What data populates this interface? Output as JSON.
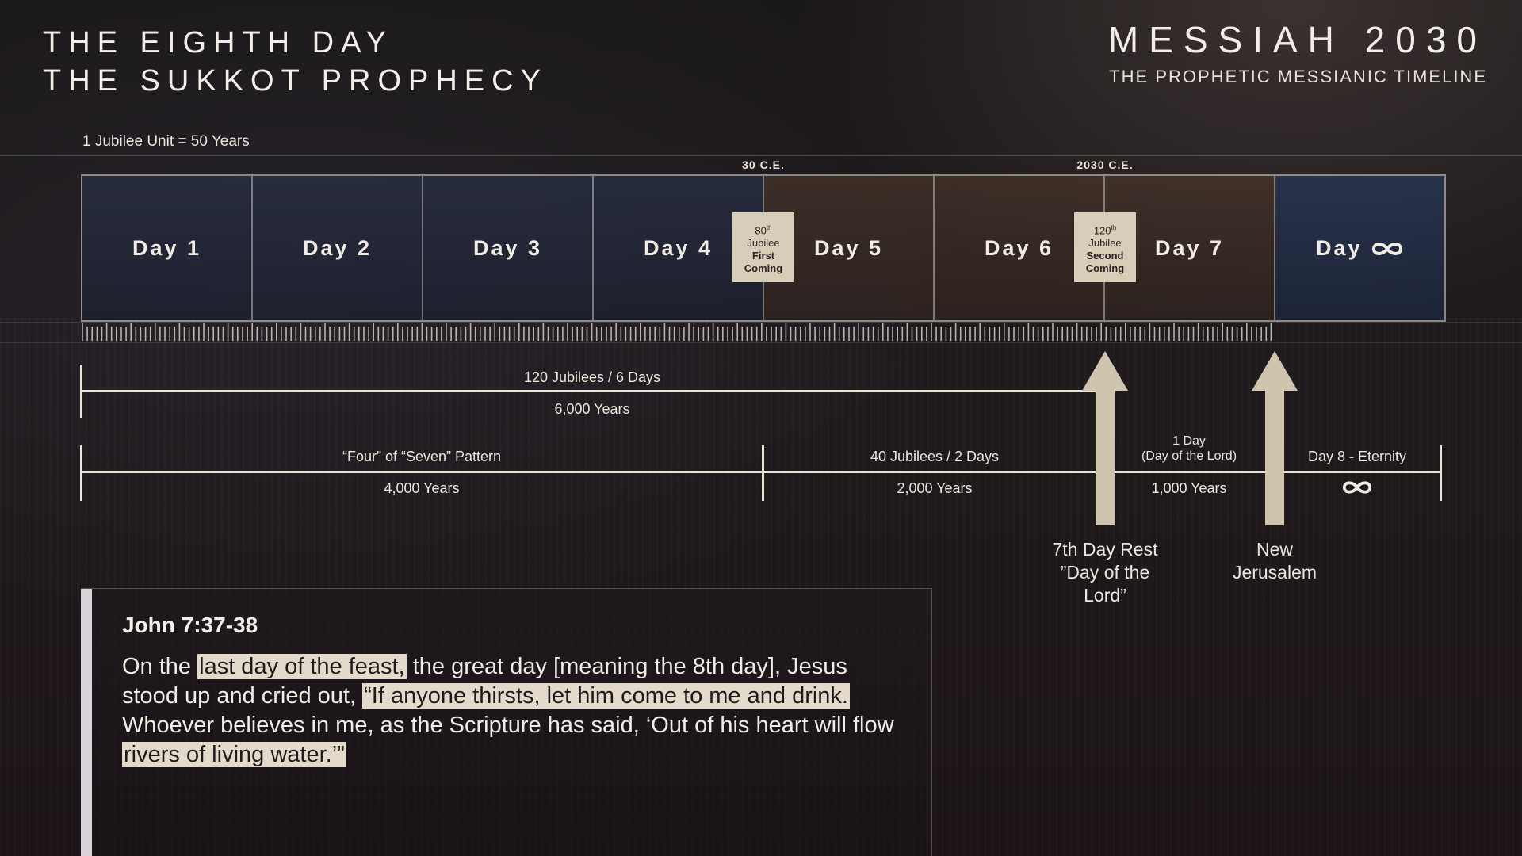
{
  "header": {
    "left_line1": "THE EIGHTH DAY",
    "left_line2": "THE SUKKOT PROPHECY",
    "right_title": "MESSIAH 2030",
    "right_subtitle": "THE PROPHETIC MESSIANIC TIMELINE"
  },
  "unit_note": "1 Jubilee Unit = 50 Years",
  "markers": {
    "first_year": "30 C.E.",
    "second_year": "2030 C.E."
  },
  "days": [
    {
      "label": "Day 1",
      "tone": "cool"
    },
    {
      "label": "Day 2",
      "tone": "cool"
    },
    {
      "label": "Day 3",
      "tone": "cool"
    },
    {
      "label": "Day 4",
      "tone": "cool"
    },
    {
      "label": "Day 5",
      "tone": "warm"
    },
    {
      "label": "Day 6",
      "tone": "warm"
    },
    {
      "label": "Day 7",
      "tone": "warm"
    },
    {
      "label": "Day",
      "tone": "inf",
      "icon": "infinity-icon"
    }
  ],
  "jubilee_boxes": {
    "first": {
      "num": "80",
      "sup": "th",
      "word": "Jubilee",
      "b1": "First",
      "b2": "Coming"
    },
    "second": {
      "num": "120",
      "sup": "th",
      "word": "Jubilee",
      "b1": "Second",
      "b2": "Coming"
    }
  },
  "segments": {
    "total_top": "120 Jubilees / 6 Days",
    "total_bottom": "6,000 Years",
    "four_top": "“Four” of “Seven” Pattern",
    "four_bottom": "4,000 Years",
    "forty_top": "40 Jubilees / 2 Days",
    "forty_bottom": "2,000 Years",
    "one_top_1": "1 Day",
    "one_top_2": "(Day of the Lord)",
    "one_bottom": "1,000 Years",
    "eight_top": "Day 8 - Eternity",
    "eight_icon": "infinity-icon"
  },
  "arrows": {
    "seventh_line1": "7th Day Rest",
    "seventh_line2": "”Day of the",
    "seventh_line3": "Lord”",
    "newjer_line1": "New",
    "newjer_line2": "Jerusalem"
  },
  "quote": {
    "reference": "John 7:37-38",
    "t1": "On the ",
    "h1": "last day of the feast,",
    "t2": " the great day [meaning the 8th day], Jesus stood up and cried out, ",
    "h2": "“If anyone thirsts, let him come to me and drink.",
    "t3": " Whoever believes in me, as the Scripture has said, ‘Out of his heart will flow ",
    "h3": "rivers of living water.’”"
  }
}
